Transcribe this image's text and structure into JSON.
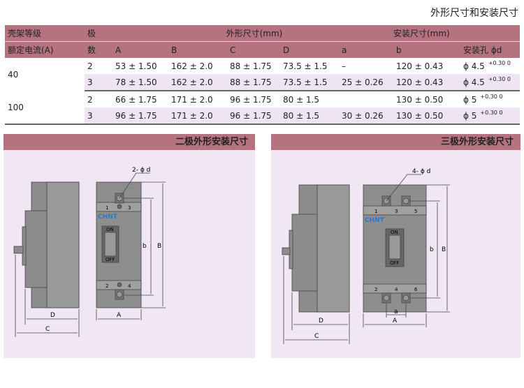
{
  "title": "外形尺寸和安装尺寸",
  "table": {
    "header1": {
      "frame": "壳架等级",
      "poles": "极",
      "outline": "外形尺寸(mm)",
      "mount": "安装尺寸(mm)"
    },
    "header2": {
      "rated": "额定电流(A)",
      "poles": "数",
      "A": "A",
      "B": "B",
      "C": "C",
      "D": "D",
      "a": "a",
      "b": "b",
      "d": "安装孔 ϕd"
    },
    "groups": [
      {
        "current": "40",
        "rows": [
          {
            "poles": "2",
            "A": "53 ± 1.50",
            "B": "162 ± 2.0",
            "C": "88 ± 1.75",
            "D": "73.5 ± 1.5",
            "a": "–",
            "b": "120 ± 0.43",
            "d": "ϕ 4.5",
            "tol": "+0.30 0"
          },
          {
            "poles": "3",
            "A": "78 ± 1.50",
            "B": "162 ± 2.0",
            "C": "88 ± 1.75",
            "D": "73.5 ± 1.5",
            "a": "25 ± 0.26",
            "b": "120 ± 0.43",
            "d": "ϕ 4.5",
            "tol": "+0.30 0"
          }
        ]
      },
      {
        "current": "100",
        "rows": [
          {
            "poles": "2",
            "A": "66 ± 1.75",
            "B": "171 ± 2.0",
            "C": "96 ± 1.75",
            "D": "80 ± 1.5",
            "a": "",
            "b": "130 ± 0.50",
            "d": "ϕ 5",
            "tol": "+0.30 0"
          },
          {
            "poles": "3",
            "A": "96 ± 1.75",
            "B": "171 ± 2.0",
            "C": "96 ± 1.75",
            "D": "80 ± 1.5",
            "a": "30 ± 0.26",
            "b": "130 ± 0.50",
            "d": "ϕ 5",
            "tol": "+0.30 0"
          }
        ]
      }
    ]
  },
  "panels": [
    {
      "title": "二极外形安装尺寸",
      "hole": "2- ϕ d",
      "brand": "CHNT",
      "on": "ON",
      "off": "OFF",
      "terms_top": [
        "1",
        "3"
      ],
      "terms_bot": [
        "2",
        "4"
      ],
      "dims": {
        "A": "A",
        "B": "B",
        "C": "C",
        "D": "D",
        "b": "b"
      }
    },
    {
      "title": "三极外形安装尺寸",
      "hole": "4- ϕ d",
      "brand": "CHNT",
      "on": "ON",
      "off": "OFF",
      "terms_top": [
        "1",
        "3",
        "5"
      ],
      "terms_bot": [
        "2",
        "4",
        "6"
      ],
      "dims": {
        "A": "A",
        "B": "B",
        "C": "C",
        "D": "D",
        "b": "b",
        "a": "a"
      }
    }
  ]
}
